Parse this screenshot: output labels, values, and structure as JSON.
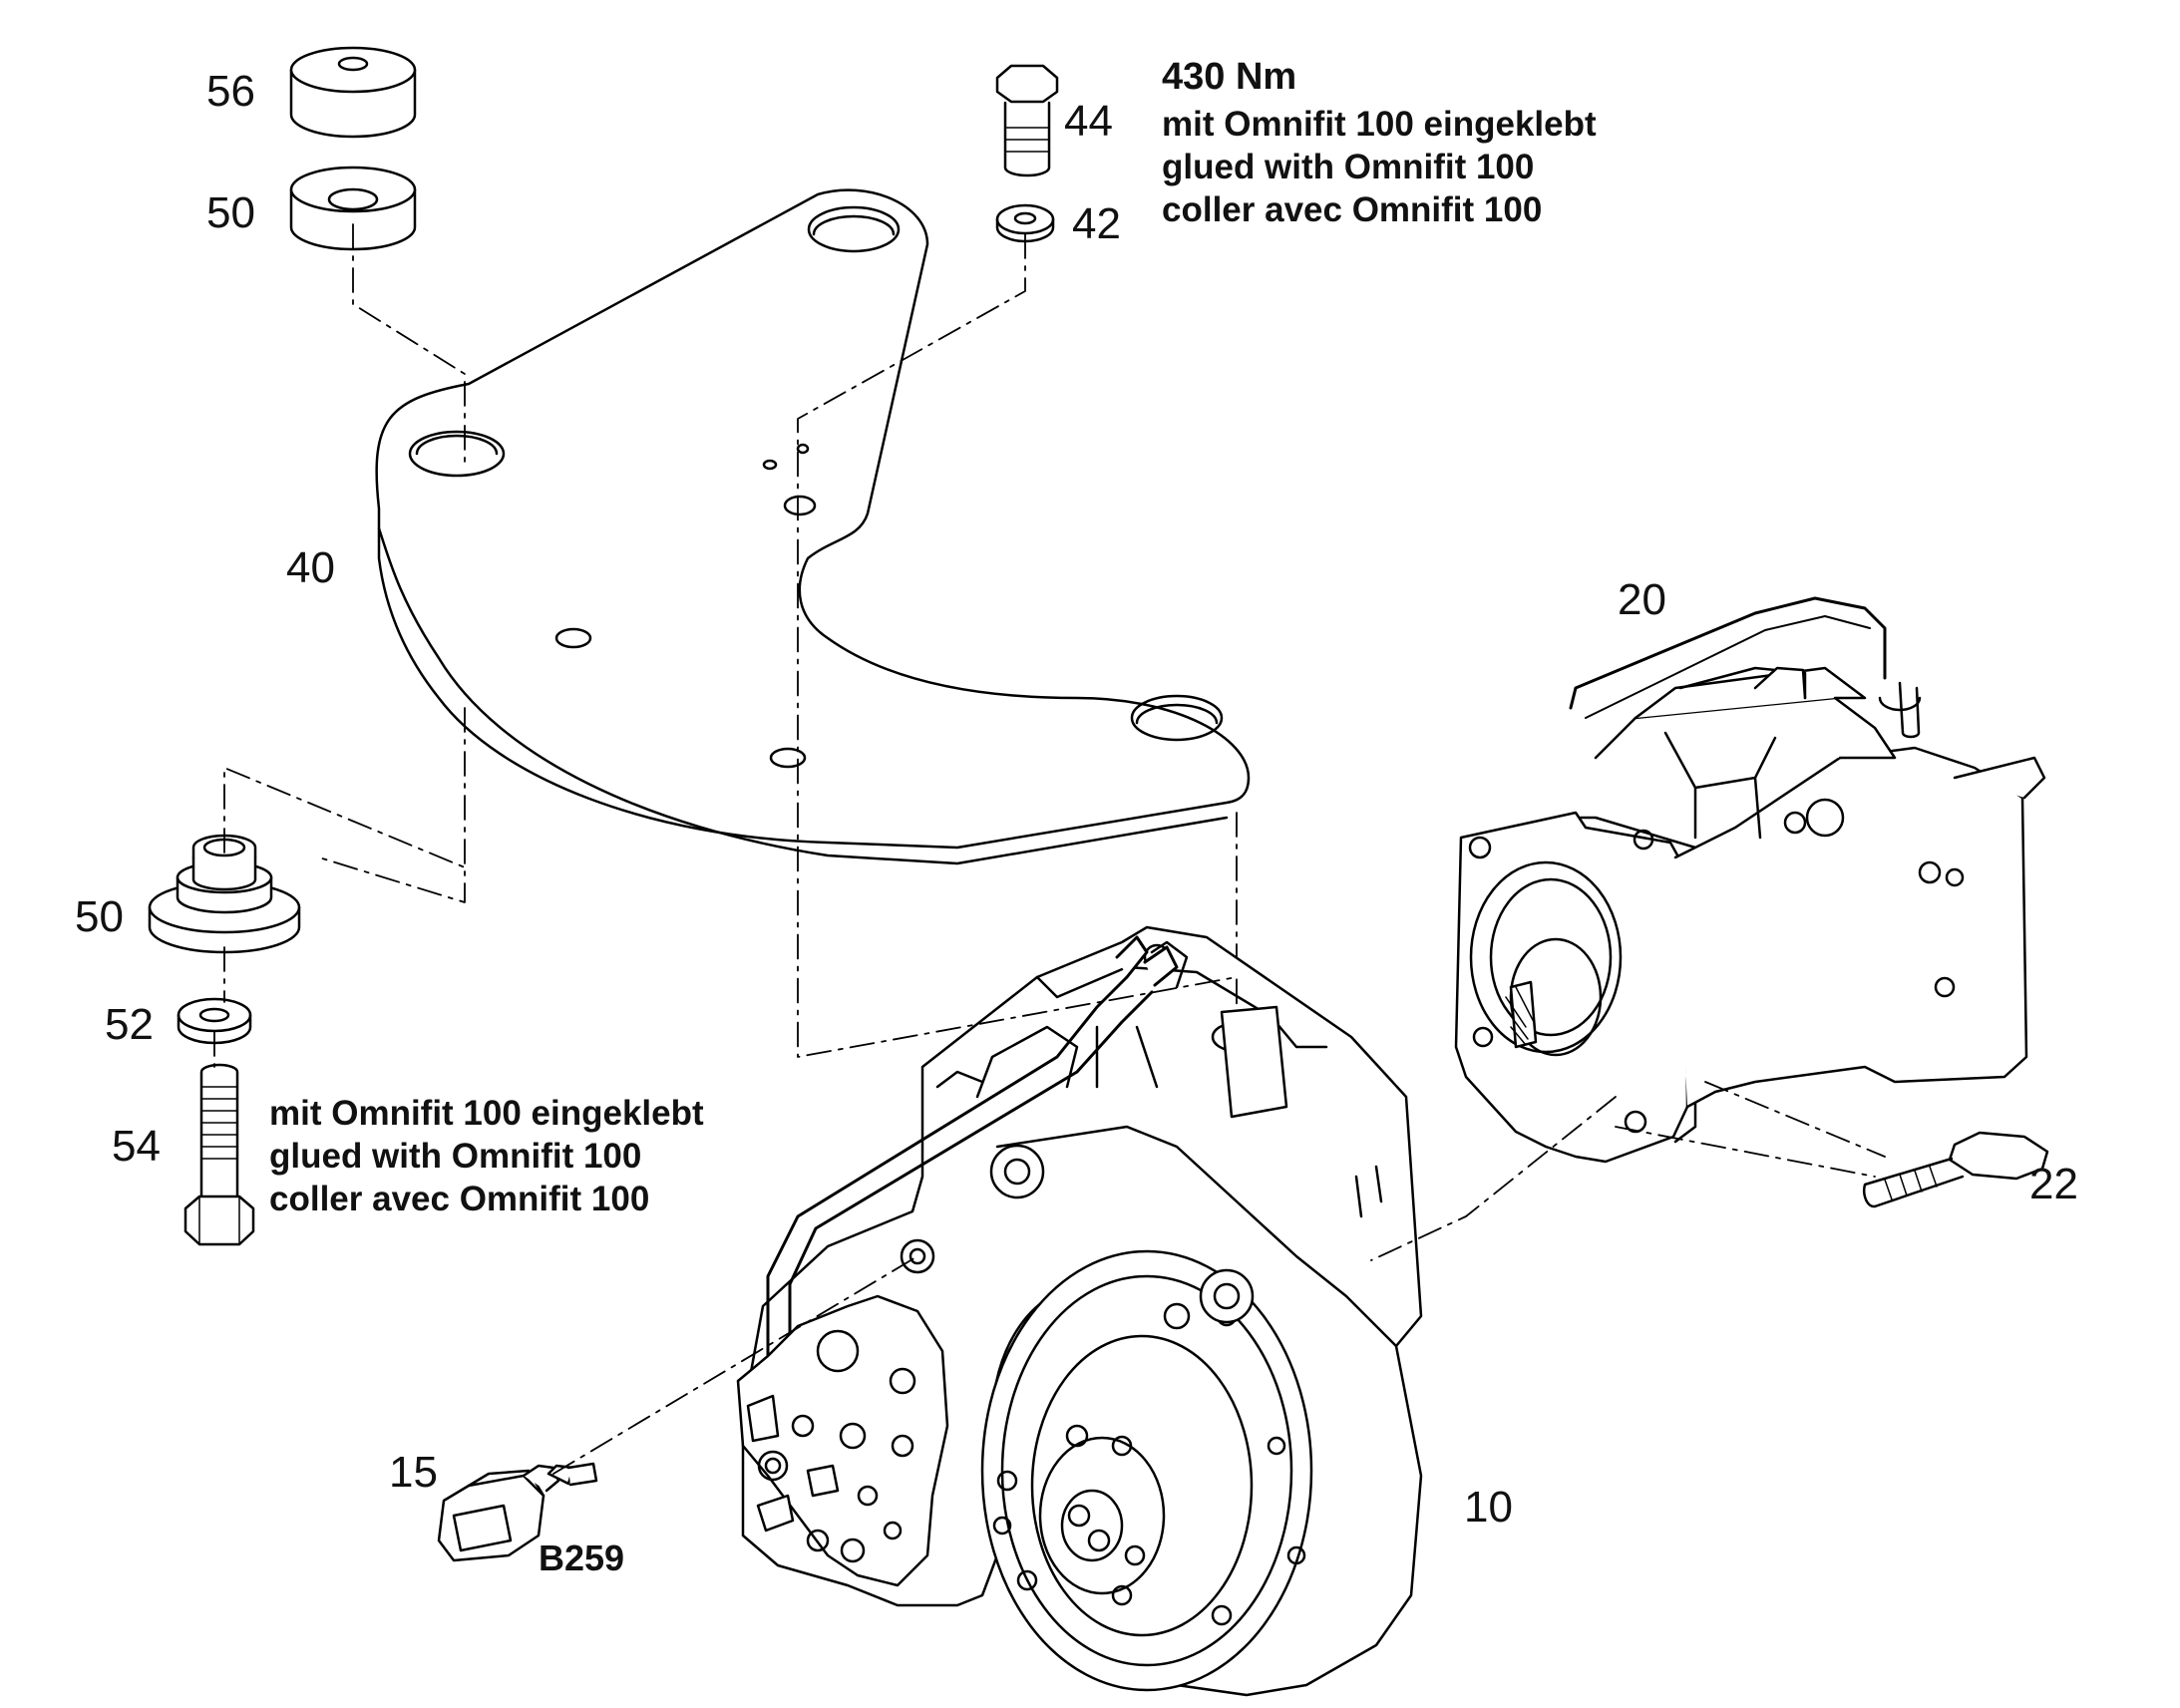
{
  "callouts": {
    "p56": "56",
    "p50_top": "50",
    "p44": "44",
    "p42": "42",
    "p40": "40",
    "p20": "20",
    "p50_mid": "50",
    "p52": "52",
    "p54": "54",
    "p22": "22",
    "p15": "15",
    "p10": "10",
    "b259": "B259"
  },
  "notes": {
    "torque_top": {
      "torque": "430 Nm",
      "de": "mit Omnifit 100 eingeklebt",
      "en": "glued with Omnifit 100",
      "fr": "coller avec Omnifit 100"
    },
    "bolt54": {
      "de": "mit Omnifit 100 eingeklebt",
      "en": "glued with Omnifit 100",
      "fr": "coller avec Omnifit 100"
    }
  }
}
